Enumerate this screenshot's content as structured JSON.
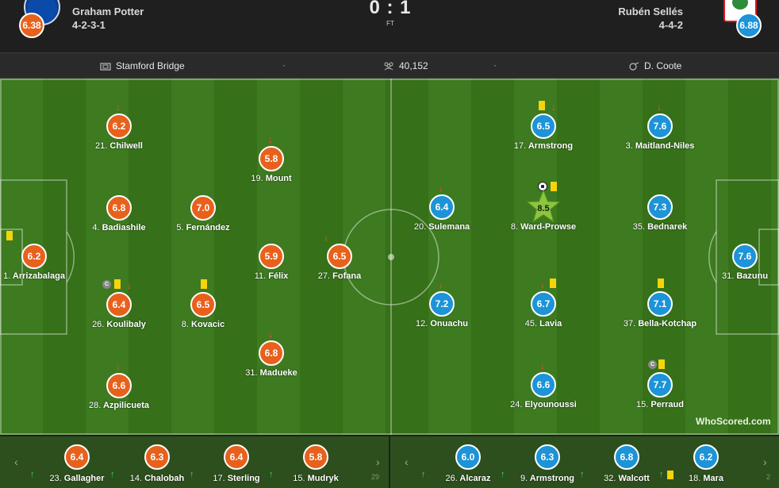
{
  "header": {
    "home": {
      "name_partial": "",
      "manager": "Graham Potter",
      "formation": "4-2-3-1",
      "rating": "6.38"
    },
    "away": {
      "name_partial": "",
      "manager": "Rubén Sellés",
      "formation": "4-4-2",
      "rating": "6.88"
    },
    "score": "0 : 1",
    "status": "FT"
  },
  "info": {
    "venue": "Stamford Bridge",
    "attendance": "40,152",
    "referee": "D. Coote",
    "separator": "·"
  },
  "colors": {
    "home": "#e8611c",
    "away": "#1d93d8",
    "pitch": "#3d7a20",
    "star": "#8bc63e",
    "sub_off": "#ff4b2b",
    "sub_on": "#37e04c",
    "yellow": "#f6d30b"
  },
  "home_players": [
    {
      "id": "chilwell",
      "num": "21.",
      "name": "Chilwell",
      "rating": "6.2",
      "sub_off": true,
      "yellow": false,
      "captain": false
    },
    {
      "id": "mount",
      "num": "19.",
      "name": "Mount",
      "rating": "5.8",
      "sub_off": true,
      "yellow": false,
      "captain": false
    },
    {
      "id": "badiashile",
      "num": "4.",
      "name": "Badiashile",
      "rating": "6.8",
      "sub_off": false,
      "yellow": false,
      "captain": false
    },
    {
      "id": "fernandez",
      "num": "5.",
      "name": "Fernández",
      "rating": "7.0",
      "sub_off": false,
      "yellow": false,
      "captain": false
    },
    {
      "id": "arrizabalaga",
      "num": "1.",
      "name": "Arrizabalaga",
      "rating": "6.2",
      "sub_off": false,
      "yellow": true,
      "captain": false
    },
    {
      "id": "felix",
      "num": "11.",
      "name": "Félix",
      "rating": "5.9",
      "sub_off": false,
      "yellow": false,
      "captain": false
    },
    {
      "id": "fofana",
      "num": "27.",
      "name": "Fofana",
      "rating": "6.5",
      "sub_off": true,
      "yellow": false,
      "captain": false
    },
    {
      "id": "koulibaly",
      "num": "26.",
      "name": "Koulibaly",
      "rating": "6.4",
      "sub_off": true,
      "yellow": true,
      "captain": true
    },
    {
      "id": "kovacic",
      "num": "8.",
      "name": "Kovacic",
      "rating": "6.5",
      "sub_off": false,
      "yellow": true,
      "captain": false
    },
    {
      "id": "madueke",
      "num": "31.",
      "name": "Madueke",
      "rating": "6.8",
      "sub_off": true,
      "yellow": false,
      "captain": false
    },
    {
      "id": "azpilicueta",
      "num": "28.",
      "name": "Azpilicueta",
      "rating": "6.6",
      "sub_off": true,
      "yellow": false,
      "captain": false
    }
  ],
  "away_players": [
    {
      "id": "armstrong",
      "num": "17.",
      "name": "Armstrong",
      "rating": "6.5",
      "sub_off": true,
      "yellow": true,
      "captain": false
    },
    {
      "id": "maitland-niles",
      "num": "3.",
      "name": "Maitland-Niles",
      "rating": "7.6",
      "sub_off": true,
      "yellow": false,
      "captain": false
    },
    {
      "id": "sulemana",
      "num": "20.",
      "name": "Sulemana",
      "rating": "6.4",
      "sub_off": true,
      "yellow": false,
      "captain": false
    },
    {
      "id": "ward-prowse",
      "num": "8.",
      "name": "Ward-Prowse",
      "rating": "8.5",
      "sub_off": false,
      "yellow": true,
      "captain": false,
      "man_of_match": true,
      "goal": true
    },
    {
      "id": "bednarek",
      "num": "35.",
      "name": "Bednarek",
      "rating": "7.3",
      "sub_off": false,
      "yellow": false,
      "captain": false
    },
    {
      "id": "bazunu",
      "num": "31.",
      "name": "Bazunu",
      "rating": "7.6",
      "sub_off": false,
      "yellow": false,
      "captain": false
    },
    {
      "id": "onuachu",
      "num": "12.",
      "name": "Onuachu",
      "rating": "7.2",
      "sub_off": true,
      "yellow": false,
      "captain": false
    },
    {
      "id": "lavia",
      "num": "45.",
      "name": "Lavia",
      "rating": "6.7",
      "sub_off": true,
      "yellow": true,
      "captain": false
    },
    {
      "id": "bella-kotchap",
      "num": "37.",
      "name": "Bella-Kotchap",
      "rating": "7.1",
      "sub_off": false,
      "yellow": true,
      "captain": false
    },
    {
      "id": "elyounoussi",
      "num": "24.",
      "name": "Elyounoussi",
      "rating": "6.6",
      "sub_off": true,
      "yellow": false,
      "captain": false
    },
    {
      "id": "perraud",
      "num": "15.",
      "name": "Perraud",
      "rating": "7.7",
      "sub_off": false,
      "yellow": true,
      "captain": true
    }
  ],
  "home_subs": [
    {
      "num": "23.",
      "name": "Gallagher",
      "rating": "6.4"
    },
    {
      "num": "14.",
      "name": "Chalobah",
      "rating": "6.3"
    },
    {
      "num": "17.",
      "name": "Sterling",
      "rating": "6.4"
    },
    {
      "num": "15.",
      "name": "Mudryk",
      "rating": "5.8"
    }
  ],
  "away_subs": [
    {
      "num": "26.",
      "name": "Alcaraz",
      "rating": "6.0",
      "yellow": false
    },
    {
      "num": "9.",
      "name": "Armstrong",
      "rating": "6.3",
      "yellow": false
    },
    {
      "num": "32.",
      "name": "Walcott",
      "rating": "6.8",
      "yellow": false
    },
    {
      "num": "18.",
      "name": "Mara",
      "rating": "6.2",
      "yellow": true
    }
  ],
  "subs_cutoff": {
    "home": "29",
    "away": "2"
  },
  "labels": {
    "captain": "C",
    "arrow_down": "↓",
    "arrow_up": "↑",
    "chevron_left": "‹",
    "chevron_right": "›"
  },
  "watermark": "WhoScored.com"
}
